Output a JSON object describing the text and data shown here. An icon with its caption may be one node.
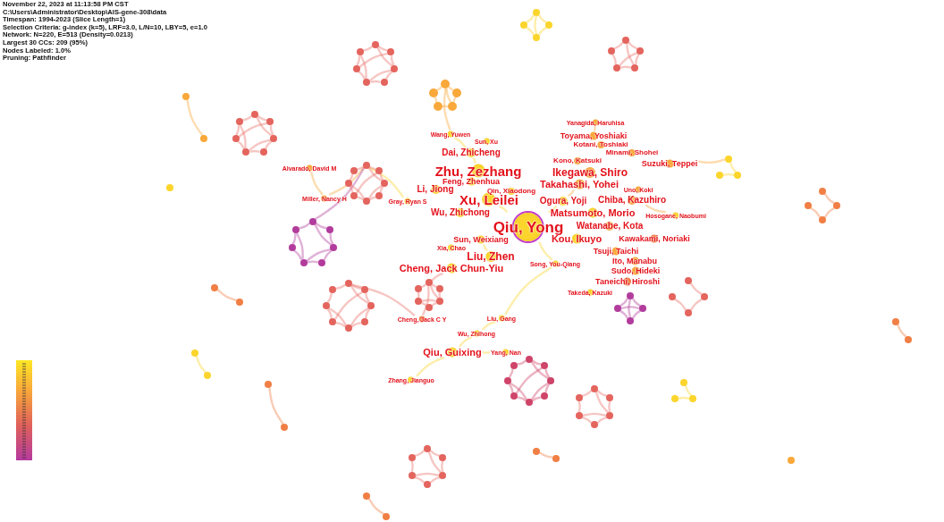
{
  "diagram": {
    "nodes": [
      {
        "text": [
          "Qiu, Yong"
        ]
      },
      {
        "text": [
          "Zhu, Zezhang"
        ]
      },
      {
        "text": [
          "Xu, Leilei"
        ]
      },
      {
        "text": [
          "Liu, Zhen"
        ]
      },
      {
        "text": [
          "Cheng, Jack Chun-Yiu"
        ]
      },
      {
        "text": [
          "Ikegawa, Shiro"
        ]
      },
      {
        "text": [
          "Takahashi, Yohei"
        ]
      },
      {
        "text": [
          "Matsumoto, Morio"
        ]
      },
      {
        "text": [
          "Kou, Ikuyo"
        ]
      },
      {
        "text": [
          "Watanabe, Kota"
        ]
      },
      {
        "text": [
          "Chiba, Kazuhiro"
        ]
      },
      {
        "text": [
          "Ogura, Yoji"
        ]
      },
      {
        "text": [
          "Dai, Zhicheng"
        ]
      },
      {
        "text": [
          "Li, Jiong"
        ]
      },
      {
        "text": [
          "Wu, Zhichong"
        ]
      },
      {
        "text": [
          "Feng, Zhenhua"
        ]
      },
      {
        "text": [
          "Qin, Xiaodong"
        ]
      },
      {
        "text": [
          "Sun, Weixiang"
        ]
      },
      {
        "text": [
          "Xia, Chao"
        ]
      },
      {
        "text": [
          "Wang, Yuwen"
        ]
      },
      {
        "text": [
          "Sun, Xu"
        ]
      },
      {
        "text": [
          "Toyama, Yoshiaki"
        ]
      },
      {
        "text": [
          "Kotani, Toshiaki"
        ]
      },
      {
        "text": [
          "Minami, Shohei"
        ]
      },
      {
        "text": [
          "Kono, Katsuki"
        ]
      },
      {
        "text": [
          "Suzuki, Teppei"
        ]
      },
      {
        "text": [
          "Yanagida, Haruhisa"
        ]
      },
      {
        "text": [
          "Uno, Koki"
        ]
      },
      {
        "text": [
          "Hosogane, Naobumi"
        ]
      },
      {
        "text": [
          "Kawakami, Noriaki"
        ]
      },
      {
        "text": [
          "Tsuji, Taichi"
        ]
      },
      {
        "text": [
          "Ito, Manabu"
        ]
      },
      {
        "text": [
          "Sudo, Hideki"
        ]
      },
      {
        "text": [
          "Taneichi, Hiroshi"
        ]
      },
      {
        "text": [
          "Takeda, Kazuki"
        ]
      },
      {
        "text": [
          "Song, You-Qiang"
        ]
      },
      {
        "text": [
          "Gray, Ryan S"
        ]
      },
      {
        "text": [
          "Alvarado, David M"
        ]
      },
      {
        "text": [
          "Miller, Nancy H"
        ]
      },
      {
        "text": [
          "Cheng, Jack C Y"
        ]
      },
      {
        "text": [
          "Liu, Gang"
        ]
      },
      {
        "text": [
          "Wu, Zhihong"
        ]
      },
      {
        "text": [
          "Qiu, Guixing"
        ]
      },
      {
        "text": [
          "Yang, Nan"
        ]
      },
      {
        "text": [
          "Zhang, Jianguo"
        ]
      },
      {
        "text": [],
        "shape": "circle"
      },
      {
        "text": [],
        "shape": "circle"
      },
      {
        "text": [],
        "shape": "circle"
      },
      {
        "text": [],
        "shape": "circle"
      },
      {
        "text": [],
        "shape": "circle"
      },
      {
        "text": [],
        "shape": "circle"
      },
      {
        "text": [],
        "shape": "circle"
      },
      {
        "text": [],
        "shape": "circle"
      },
      {
        "text": [],
        "shape": "circle"
      },
      {
        "text": [],
        "shape": "circle"
      },
      {
        "text": [],
        "shape": "circle"
      },
      {
        "text": [],
        "shape": "circle"
      },
      {
        "text": [],
        "shape": "circle"
      },
      {
        "text": [],
        "shape": "circle"
      },
      {
        "text": [],
        "shape": "circle"
      },
      {
        "text": [],
        "shape": "circle"
      },
      {
        "text": [],
        "shape": "circle"
      },
      {
        "text": [],
        "shape": "circle"
      },
      {
        "text": [],
        "shape": "circle"
      },
      {
        "text": [],
        "shape": "circle"
      },
      {
        "text": [],
        "shape": "circle"
      },
      {
        "text": [],
        "shape": "circle"
      },
      {
        "text": [],
        "shape": "circle"
      },
      {
        "text": [],
        "shape": "circle"
      },
      {
        "text": [],
        "shape": "circle"
      },
      {
        "text": [],
        "shape": "circle"
      },
      {
        "text": [],
        "shape": "circle"
      },
      {
        "text": [],
        "shape": "circle"
      },
      {
        "text": [],
        "shape": "circle"
      },
      {
        "text": [],
        "shape": "circle"
      },
      {
        "text": [],
        "shape": "circle"
      },
      {
        "text": [],
        "shape": "circle"
      },
      {
        "text": [],
        "shape": "circle"
      },
      {
        "text": [],
        "shape": "circle"
      },
      {
        "text": [],
        "shape": "circle"
      },
      {
        "text": [],
        "shape": "circle"
      },
      {
        "text": [],
        "shape": "circle"
      },
      {
        "text": [],
        "shape": "circle"
      },
      {
        "text": [],
        "shape": "circle"
      },
      {
        "text": [],
        "shape": "circle"
      },
      {
        "text": [],
        "shape": "circle"
      },
      {
        "text": [],
        "shape": "circle"
      },
      {
        "text": [],
        "shape": "circle"
      },
      {
        "text": [],
        "shape": "circle"
      },
      {
        "text": [],
        "shape": "circle"
      },
      {
        "text": [],
        "shape": "circle"
      },
      {
        "text": [],
        "shape": "circle"
      },
      {
        "text": [],
        "shape": "circle"
      },
      {
        "text": [],
        "shape": "circle"
      },
      {
        "text": [],
        "shape": "circle"
      },
      {
        "text": [],
        "shape": "circle"
      },
      {
        "text": [],
        "shape": "circle"
      },
      {
        "text": [],
        "shape": "circle"
      },
      {
        "text": [],
        "shape": "circle"
      },
      {
        "text": [],
        "shape": "circle"
      },
      {
        "text": [],
        "shape": "circle"
      },
      {
        "text": [],
        "shape": "circle"
      },
      {
        "text": [],
        "shape": "circle"
      },
      {
        "text": [],
        "shape": "circle"
      },
      {
        "text": [],
        "shape": "circle"
      },
      {
        "text": [],
        "shape": "circle"
      },
      {
        "text": [],
        "shape": "circle"
      },
      {
        "text": [],
        "shape": "circle"
      },
      {
        "text": [],
        "shape": "circle"
      },
      {
        "text": [],
        "shape": "circle"
      },
      {
        "text": [],
        "shape": "circle"
      },
      {
        "text": [],
        "shape": "circle"
      },
      {
        "text": [],
        "shape": "circle"
      },
      {
        "text": [],
        "shape": "circle"
      },
      {
        "text": [],
        "shape": "circle"
      },
      {
        "text": [],
        "shape": "circle"
      },
      {
        "text": [],
        "shape": "circle"
      },
      {
        "text": [],
        "shape": "circle"
      },
      {
        "text": [],
        "shape": "circle"
      },
      {
        "text": [],
        "shape": "circle"
      },
      {
        "text": [],
        "shape": "circle"
      },
      {
        "text": [],
        "shape": "circle"
      },
      {
        "text": [],
        "shape": "circle"
      },
      {
        "text": [],
        "shape": "circle"
      },
      {
        "text": [],
        "shape": "circle"
      },
      {
        "text": [],
        "shape": "circle"
      },
      {
        "text": [],
        "shape": "circle"
      },
      {
        "text": [],
        "shape": "circle"
      },
      {
        "text": [],
        "shape": "circle"
      },
      {
        "text": [],
        "shape": "circle"
      },
      {
        "text": [],
        "shape": "circle"
      },
      {
        "text": [],
        "shape": "circle"
      },
      {
        "text": [],
        "shape": "circle"
      },
      {
        "text": [],
        "shape": "circle"
      },
      {
        "text": [],
        "shape": "circle"
      },
      {
        "text": [],
        "shape": "circle"
      },
      {
        "text": [],
        "shape": "circle"
      },
      {
        "text": [],
        "shape": "circle"
      },
      {
        "text": [],
        "shape": "circle"
      },
      {
        "text": [],
        "shape": "circle"
      },
      {
        "text": [],
        "shape": "circle"
      },
      {
        "text": [],
        "shape": "circle"
      },
      {
        "text": [],
        "shape": "circle"
      },
      {
        "text": [],
        "shape": "circle"
      },
      {
        "text": [],
        "shape": "circle"
      },
      {
        "text": [],
        "shape": "circle"
      },
      {
        "text": [],
        "shape": "circle"
      },
      {
        "text": [],
        "shape": "circle"
      },
      {
        "text": [],
        "shape": "circle"
      },
      {
        "text": [],
        "shape": "circle"
      },
      {
        "text": [],
        "shape": "circle"
      },
      {
        "text": [],
        "shape": "circle"
      },
      {
        "text": [],
        "shape": "circle"
      },
      {
        "text": [],
        "shape": "circle"
      },
      {
        "text": [],
        "shape": "circle"
      },
      {
        "text": [],
        "shape": "circle"
      }
    ],
    "edges": [
      {
        "from": 0,
        "to": 2,
        "arrow": "none",
        "color": "#fbd52b"
      },
      {
        "from": 1,
        "to": 12,
        "arrow": "none",
        "color": "#fbd52b"
      },
      {
        "from": 12,
        "to": 19,
        "arrow": "none",
        "color": "#fbd52b"
      },
      {
        "from": 0,
        "to": 35,
        "arrow": "none",
        "color": "#fbd52b"
      },
      {
        "from": 0,
        "to": 11,
        "arrow": "none",
        "color": "#fbd52b"
      },
      {
        "from": 11,
        "to": 6,
        "arrow": "none",
        "color": "#f9a83a"
      },
      {
        "from": 35,
        "to": 40,
        "arrow": "none",
        "color": "#fbd52b"
      },
      {
        "from": 40,
        "to": 41,
        "arrow": "none",
        "color": "#fbd52b"
      },
      {
        "from": 41,
        "to": 42,
        "arrow": "none",
        "color": "#fbd52b"
      },
      {
        "from": 42,
        "to": 43,
        "arrow": "none",
        "color": "#fbd52b"
      },
      {
        "from": 42,
        "to": 44,
        "arrow": "none",
        "color": "#fbd52b"
      },
      {
        "from": 17,
        "to": 3,
        "arrow": "none",
        "color": "#fbd52b"
      },
      {
        "from": 21,
        "to": 26,
        "arrow": "none",
        "color": "#f9a83a"
      },
      {
        "from": 10,
        "to": 28,
        "arrow": "none",
        "color": "#f9a83a"
      },
      {
        "from": 37,
        "to": 38,
        "arrow": "none",
        "color": "#f9a83a"
      },
      {
        "from": 36,
        "to": 73,
        "arrow": "none",
        "color": "#fbd52b"
      },
      {
        "from": 38,
        "to": 73,
        "arrow": "none",
        "color": "#f9a83a"
      },
      {
        "from": 81,
        "to": 73,
        "arrow": "none",
        "color": "#b23c9c"
      },
      {
        "from": 4,
        "to": 96,
        "arrow": "none"
      },
      {
        "from": 39,
        "to": 96,
        "arrow": "none"
      },
      {
        "from": 39,
        "to": 88,
        "arrow": "none"
      },
      {
        "from": 25,
        "to": 134,
        "arrow": "none",
        "color": "#f9a83a"
      },
      {
        "from": 56,
        "to": 19,
        "arrow": "none",
        "color": "#f9a83a"
      },
      {
        "from": 45,
        "to": 46,
        "arrow": "none"
      },
      {
        "from": 46,
        "to": 47,
        "arrow": "none"
      },
      {
        "from": 47,
        "to": 48,
        "arrow": "none"
      },
      {
        "from": 48,
        "to": 49,
        "arrow": "none"
      },
      {
        "from": 49,
        "to": 50,
        "arrow": "none"
      },
      {
        "from": 50,
        "to": 51,
        "arrow": "none"
      },
      {
        "from": 51,
        "to": 45,
        "arrow": "none"
      },
      {
        "from": 45,
        "to": 47,
        "arrow": "none"
      },
      {
        "from": 47,
        "to": 49,
        "arrow": "none"
      },
      {
        "from": 49,
        "to": 51,
        "arrow": "none"
      },
      {
        "from": 46,
        "to": 50,
        "arrow": "none"
      },
      {
        "from": 52,
        "to": 53,
        "arrow": "none",
        "color": "#fbd52b"
      },
      {
        "from": 53,
        "to": 54,
        "arrow": "none",
        "color": "#fbd52b"
      },
      {
        "from": 54,
        "to": 55,
        "arrow": "none",
        "color": "#fbd52b"
      },
      {
        "from": 55,
        "to": 52,
        "arrow": "none",
        "color": "#fbd52b"
      },
      {
        "from": 52,
        "to": 54,
        "arrow": "none",
        "color": "#fbd52b"
      },
      {
        "from": 56,
        "to": 57,
        "arrow": "none",
        "color": "#f9a83a"
      },
      {
        "from": 57,
        "to": 58,
        "arrow": "none",
        "color": "#f9a83a"
      },
      {
        "from": 58,
        "to": 59,
        "arrow": "none",
        "color": "#f9a83a"
      },
      {
        "from": 59,
        "to": 60,
        "arrow": "none",
        "color": "#f9a83a"
      },
      {
        "from": 60,
        "to": 56,
        "arrow": "none",
        "color": "#f9a83a"
      },
      {
        "from": 56,
        "to": 58,
        "arrow": "none",
        "color": "#f9a83a"
      },
      {
        "from": 61,
        "to": 62,
        "arrow": "none"
      },
      {
        "from": 62,
        "to": 63,
        "arrow": "none"
      },
      {
        "from": 63,
        "to": 64,
        "arrow": "none"
      },
      {
        "from": 64,
        "to": 65,
        "arrow": "none"
      },
      {
        "from": 65,
        "to": 61,
        "arrow": "none"
      },
      {
        "from": 61,
        "to": 63,
        "arrow": "none"
      },
      {
        "from": 62,
        "to": 64,
        "arrow": "none"
      },
      {
        "from": 66,
        "to": 67,
        "arrow": "none"
      },
      {
        "from": 67,
        "to": 68,
        "arrow": "none"
      },
      {
        "from": 68,
        "to": 69,
        "arrow": "none"
      },
      {
        "from": 69,
        "to": 70,
        "arrow": "none"
      },
      {
        "from": 70,
        "to": 71,
        "arrow": "none"
      },
      {
        "from": 71,
        "to": 72,
        "arrow": "none"
      },
      {
        "from": 72,
        "to": 66,
        "arrow": "none"
      },
      {
        "from": 66,
        "to": 68,
        "arrow": "none"
      },
      {
        "from": 68,
        "to": 70,
        "arrow": "none"
      },
      {
        "from": 70,
        "to": 72,
        "arrow": "none"
      },
      {
        "from": 67,
        "to": 71,
        "arrow": "none"
      },
      {
        "from": 73,
        "to": 74,
        "arrow": "none"
      },
      {
        "from": 74,
        "to": 75,
        "arrow": "none"
      },
      {
        "from": 75,
        "to": 76,
        "arrow": "none"
      },
      {
        "from": 76,
        "to": 77,
        "arrow": "none"
      },
      {
        "from": 77,
        "to": 78,
        "arrow": "none"
      },
      {
        "from": 78,
        "to": 79,
        "arrow": "none"
      },
      {
        "from": 79,
        "to": 80,
        "arrow": "none"
      },
      {
        "from": 80,
        "to": 73,
        "arrow": "none"
      },
      {
        "from": 73,
        "to": 75,
        "arrow": "none"
      },
      {
        "from": 75,
        "to": 77,
        "arrow": "none"
      },
      {
        "from": 77,
        "to": 79,
        "arrow": "none"
      },
      {
        "from": 74,
        "to": 78,
        "arrow": "none"
      },
      {
        "from": 81,
        "to": 82,
        "arrow": "none",
        "color": "#b23c9c"
      },
      {
        "from": 82,
        "to": 83,
        "arrow": "none",
        "color": "#b23c9c"
      },
      {
        "from": 83,
        "to": 84,
        "arrow": "none",
        "color": "#b23c9c"
      },
      {
        "from": 84,
        "to": 85,
        "arrow": "none",
        "color": "#b23c9c"
      },
      {
        "from": 85,
        "to": 86,
        "arrow": "none",
        "color": "#b23c9c"
      },
      {
        "from": 86,
        "to": 87,
        "arrow": "none",
        "color": "#b23c9c"
      },
      {
        "from": 87,
        "to": 81,
        "arrow": "none",
        "color": "#b23c9c"
      },
      {
        "from": 81,
        "to": 83,
        "arrow": "none",
        "color": "#b23c9c"
      },
      {
        "from": 83,
        "to": 85,
        "arrow": "none",
        "color": "#b23c9c"
      },
      {
        "from": 85,
        "to": 87,
        "arrow": "none",
        "color": "#b23c9c"
      },
      {
        "from": 88,
        "to": 89,
        "arrow": "none"
      },
      {
        "from": 89,
        "to": 90,
        "arrow": "none"
      },
      {
        "from": 90,
        "to": 91,
        "arrow": "none"
      },
      {
        "from": 91,
        "to": 92,
        "arrow": "none"
      },
      {
        "from": 92,
        "to": 93,
        "arrow": "none"
      },
      {
        "from": 93,
        "to": 94,
        "arrow": "none"
      },
      {
        "from": 94,
        "to": 95,
        "arrow": "none"
      },
      {
        "from": 95,
        "to": 88,
        "arrow": "none"
      },
      {
        "from": 88,
        "to": 90,
        "arrow": "none"
      },
      {
        "from": 90,
        "to": 92,
        "arrow": "none"
      },
      {
        "from": 92,
        "to": 94,
        "arrow": "none"
      },
      {
        "from": 89,
        "to": 93,
        "arrow": "none"
      },
      {
        "from": 96,
        "to": 97,
        "arrow": "none"
      },
      {
        "from": 97,
        "to": 98,
        "arrow": "none"
      },
      {
        "from": 98,
        "to": 99,
        "arrow": "none"
      },
      {
        "from": 99,
        "to": 100,
        "arrow": "none"
      },
      {
        "from": 100,
        "to": 101,
        "arrow": "none"
      },
      {
        "from": 101,
        "to": 96,
        "arrow": "none"
      },
      {
        "from": 96,
        "to": 98,
        "arrow": "none"
      },
      {
        "from": 98,
        "to": 100,
        "arrow": "none"
      },
      {
        "from": 102,
        "to": 103,
        "arrow": "none",
        "color": "#cf4469"
      },
      {
        "from": 103,
        "to": 104,
        "arrow": "none",
        "color": "#cf4469"
      },
      {
        "from": 104,
        "to": 105,
        "arrow": "none",
        "color": "#cf4469"
      },
      {
        "from": 105,
        "to": 106,
        "arrow": "none",
        "color": "#cf4469"
      },
      {
        "from": 106,
        "to": 107,
        "arrow": "none",
        "color": "#cf4469"
      },
      {
        "from": 107,
        "to": 108,
        "arrow": "none",
        "color": "#cf4469"
      },
      {
        "from": 108,
        "to": 109,
        "arrow": "none",
        "color": "#cf4469"
      },
      {
        "from": 109,
        "to": 102,
        "arrow": "none",
        "color": "#cf4469"
      },
      {
        "from": 102,
        "to": 104,
        "arrow": "none",
        "color": "#cf4469"
      },
      {
        "from": 104,
        "to": 106,
        "arrow": "none",
        "color": "#cf4469"
      },
      {
        "from": 106,
        "to": 108,
        "arrow": "none",
        "color": "#cf4469"
      },
      {
        "from": 103,
        "to": 107,
        "arrow": "none",
        "color": "#cf4469"
      },
      {
        "from": 110,
        "to": 111,
        "arrow": "none"
      },
      {
        "from": 111,
        "to": 112,
        "arrow": "none"
      },
      {
        "from": 112,
        "to": 113,
        "arrow": "none"
      },
      {
        "from": 113,
        "to": 114,
        "arrow": "none"
      },
      {
        "from": 114,
        "to": 115,
        "arrow": "none"
      },
      {
        "from": 115,
        "to": 110,
        "arrow": "none"
      },
      {
        "from": 110,
        "to": 112,
        "arrow": "none"
      },
      {
        "from": 112,
        "to": 114,
        "arrow": "none"
      },
      {
        "from": 116,
        "to": 117,
        "arrow": "none"
      },
      {
        "from": 117,
        "to": 118,
        "arrow": "none"
      },
      {
        "from": 118,
        "to": 119,
        "arrow": "none"
      },
      {
        "from": 119,
        "to": 120,
        "arrow": "none"
      },
      {
        "from": 120,
        "to": 121,
        "arrow": "none"
      },
      {
        "from": 121,
        "to": 116,
        "arrow": "none"
      },
      {
        "from": 116,
        "to": 118,
        "arrow": "none"
      },
      {
        "from": 118,
        "to": 120,
        "arrow": "none"
      },
      {
        "from": 122,
        "to": 123,
        "arrow": "none",
        "color": "#b23c9c"
      },
      {
        "from": 123,
        "to": 124,
        "arrow": "none",
        "color": "#b23c9c"
      },
      {
        "from": 124,
        "to": 125,
        "arrow": "none",
        "color": "#b23c9c"
      },
      {
        "from": 125,
        "to": 122,
        "arrow": "none",
        "color": "#b23c9c"
      },
      {
        "from": 122,
        "to": 124,
        "arrow": "none",
        "color": "#b23c9c"
      },
      {
        "from": 123,
        "to": 125,
        "arrow": "none",
        "color": "#b23c9c"
      },
      {
        "from": 126,
        "to": 127,
        "arrow": "none"
      },
      {
        "from": 127,
        "to": 128,
        "arrow": "none"
      },
      {
        "from": 128,
        "to": 129,
        "arrow": "none"
      },
      {
        "from": 130,
        "to": 131,
        "arrow": "none",
        "color": "#f17f45"
      },
      {
        "from": 131,
        "to": 132,
        "arrow": "none",
        "color": "#f17f45"
      },
      {
        "from": 132,
        "to": 133,
        "arrow": "none",
        "color": "#f17f45"
      },
      {
        "from": 134,
        "to": 135,
        "arrow": "none",
        "color": "#fbd52b"
      },
      {
        "from": 135,
        "to": 136,
        "arrow": "none",
        "color": "#fbd52b"
      },
      {
        "from": 137,
        "to": 138,
        "arrow": "none",
        "color": "#fbd52b"
      },
      {
        "from": 138,
        "to": 139,
        "arrow": "none",
        "color": "#fbd52b"
      },
      {
        "from": 140,
        "to": 141,
        "arrow": "none",
        "color": "#f9a83a"
      },
      {
        "from": 142,
        "to": 143,
        "arrow": "none",
        "color": "#fbd52b"
      },
      {
        "from": 144,
        "to": 145,
        "arrow": "none",
        "color": "#f17f45"
      },
      {
        "from": 146,
        "to": 147,
        "arrow": "none",
        "color": "#f17f45"
      },
      {
        "from": 148,
        "to": 149,
        "arrow": "none",
        "color": "#f17f45"
      },
      {
        "from": 150,
        "to": 151,
        "arrow": "none",
        "color": "#f17f45"
      },
      {
        "from": 154,
        "to": 155,
        "arrow": "none",
        "color": "#f17f45"
      }
    ],
    "labels": [
      "November 22, 2023 at 11:13:58 PM CST",
      "C:\\Users\\Administrator\\Desktop\\AIS-gene-308\\data",
      "Timespan: 1994-2023 (Slice Length=1)",
      "Selection Criteria: g-index (k=5), LRF=3.0, L/N=10, LBY=5, e=1.0",
      "Network: N=220, E=513 (Density=0.0213)",
      "Largest 30 CCs: 209 (95%)",
      "Nodes Labeled: 1.0%",
      "Pruning: Pathfinder"
    ]
  }
}
